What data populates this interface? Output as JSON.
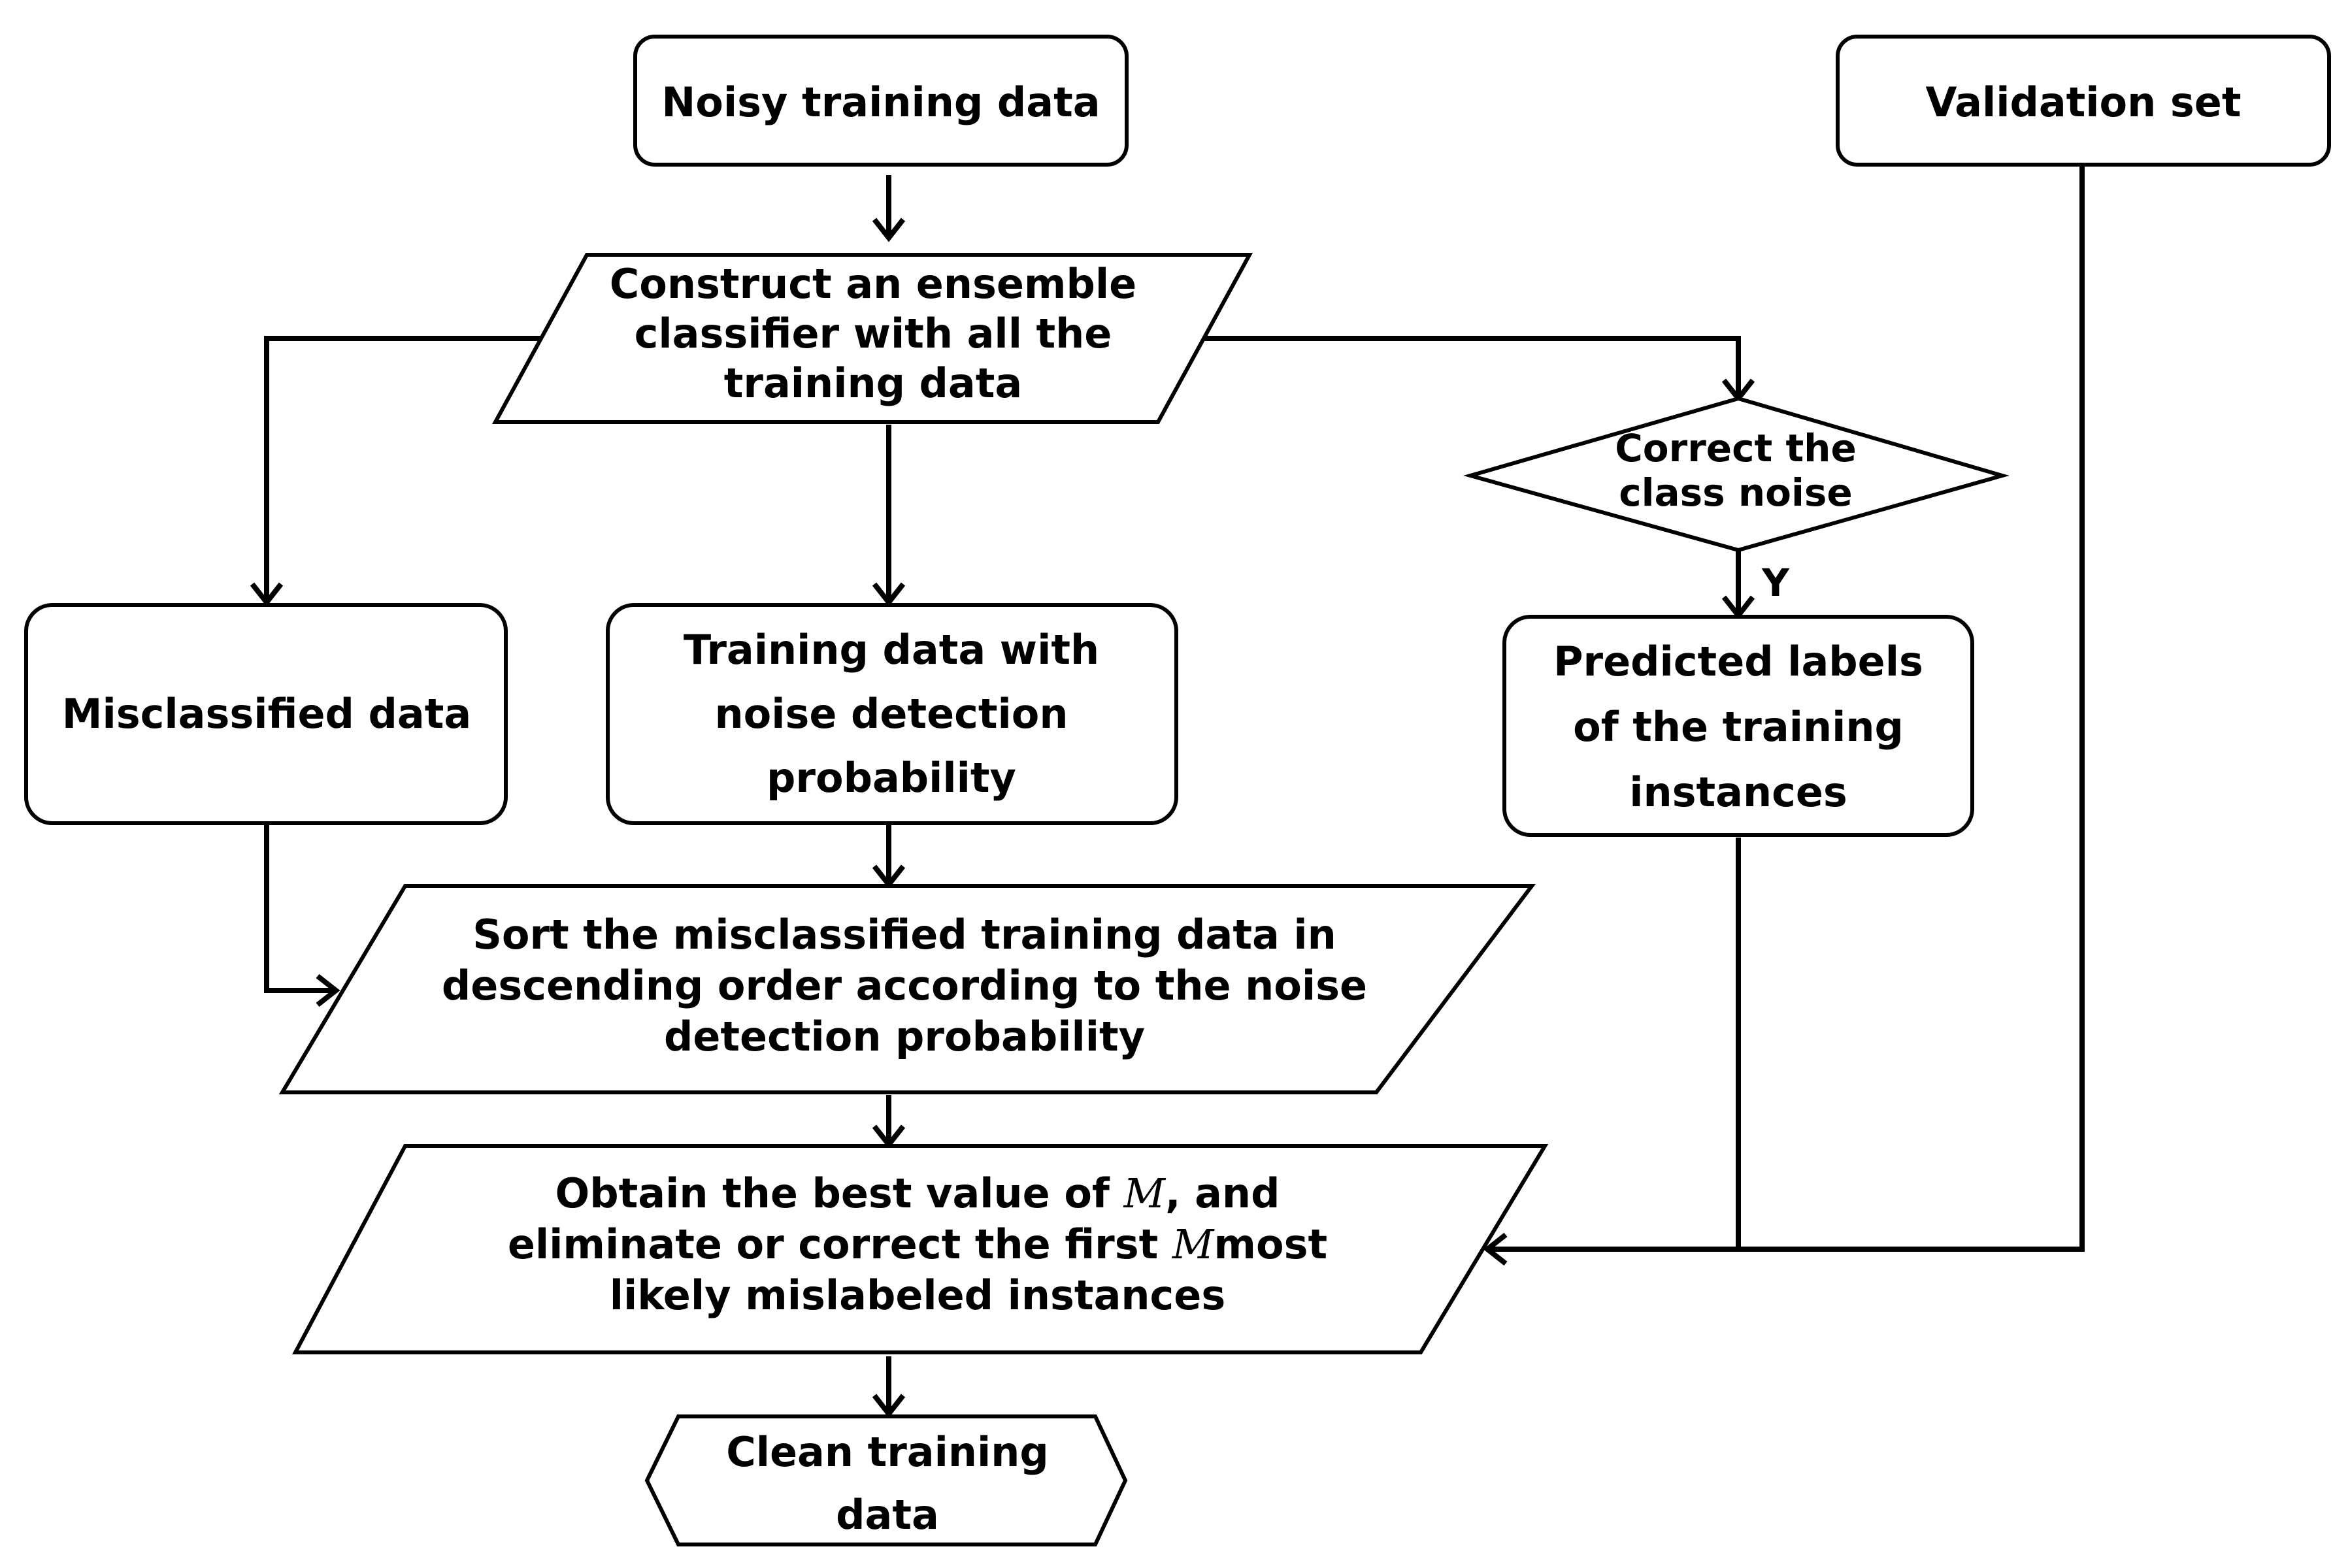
{
  "nodes": {
    "noisy_data": {
      "line1": "Noisy training data"
    },
    "validation": {
      "line1": "Validation set"
    },
    "ensemble": {
      "line1": "Construct an ensemble",
      "line2": "classifier with all the",
      "line3": "training data"
    },
    "correct_noise": {
      "line1": "Correct the",
      "line2": "class noise"
    },
    "misclassified": {
      "line1": "Misclassified data"
    },
    "noise_prob": {
      "line1": "Training data with",
      "line2": "noise detection",
      "line3": "probability"
    },
    "predicted": {
      "line1": "Predicted labels",
      "line2": "of the training",
      "line3": "instances"
    },
    "sort": {
      "line1": "Sort the misclassified training data in",
      "line2": "descending order according to the noise",
      "line3": "detection probability"
    },
    "obtain": {
      "line1_a": "Obtain the best value of ",
      "var": "M",
      "line1_b": ", and",
      "line2_a": "eliminate or correct the first ",
      "line2_b": "most",
      "line3": "likely mislabeled instances"
    },
    "clean": {
      "line1": "Clean training",
      "line2": "data"
    }
  },
  "edge_labels": {
    "yes": "Y"
  }
}
